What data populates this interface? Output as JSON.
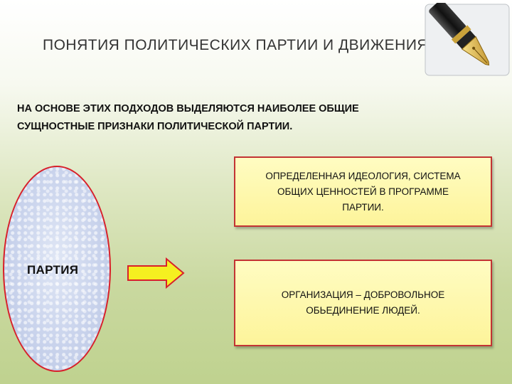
{
  "slide": {
    "title": "ПОНЯТИЯ ПОЛИТИЧЕСКИХ ПАРТИИ И  ДВИЖЕНИЯ.",
    "subtitle_line1": "НА ОСНОВЕ  ЭТИХ ПОДХОДОВ ВЫДЕЛЯЮТСЯ НАИБОЛЕЕ ОБЩИЕ",
    "subtitle_line2": "СУЩНОСТНЫЕ  ПРИЗНАКИ ПОЛИТИЧЕСКОЙ ПАРТИИ.",
    "oval_label": "ПАРТИЯ",
    "box1": {
      "line1": "ОПРЕДЕЛЕННАЯ ИДЕОЛОГИЯ, СИСТЕМА",
      "line2": "ОБЩИХ ЦЕННОСТЕЙ В ПРОГРАММЕ",
      "line3": "ПАРТИИ."
    },
    "box2": {
      "line1": "ОРГАНИЗАЦИЯ – ДОБРОВОЛЬНОЕ",
      "line2": "ОБЬЕДИНЕНИЕ ЛЮДЕЙ."
    }
  },
  "icons": {
    "pen": "fountain-pen-icon",
    "arrow": "right-arrow-icon"
  },
  "colors": {
    "oval_border": "#d8202a",
    "box_fill": "#fdf8a8",
    "box_border": "#c33333",
    "arrow_fill": "#f5f020",
    "arrow_border": "#d8202a"
  }
}
